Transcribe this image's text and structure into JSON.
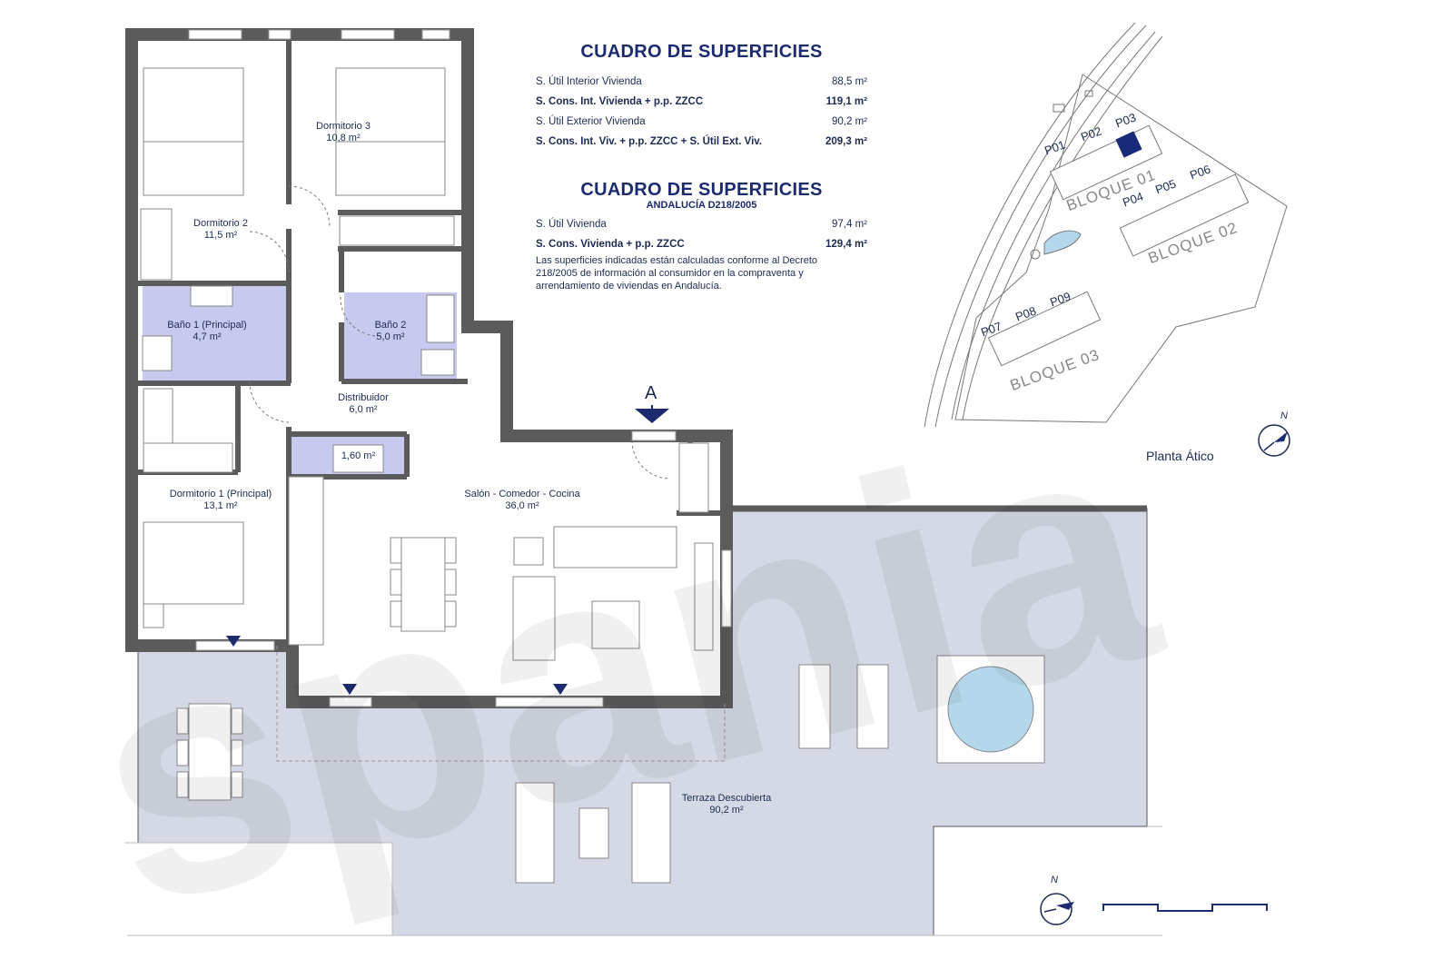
{
  "table_main": {
    "title": "CUADRO DE SUPERFICIES",
    "rows": [
      {
        "label": "S. Útil Interior Vivienda",
        "value": "88,5 m²",
        "bold": false
      },
      {
        "label": "S. Cons. Int. Vivienda + p.p. ZZCC",
        "value": "119,1 m²",
        "bold": true
      },
      {
        "label": "S. Útil Exterior Vivienda",
        "value": "90,2 m²",
        "bold": false
      },
      {
        "label": "S. Cons. Int. Viv. + p.p. ZZCC + S. Útil Ext. Viv.",
        "value": "209,3 m²",
        "bold": true
      }
    ]
  },
  "table_andalucia": {
    "title": "CUADRO DE SUPERFICIES",
    "subtitle": "ANDALUCÍA D218/2005",
    "rows": [
      {
        "label": "S. Útil Vivienda",
        "value": "97,4 m²",
        "bold": false
      },
      {
        "label": "S. Cons. Vivienda + p.p. ZZCC",
        "value": "129,4 m²",
        "bold": true
      }
    ],
    "note": "Las superficies indicadas están calculadas conforme al Decreto 218/2005 de información al consumidor en la compraventa y arrendamiento de viviendas en Andalucía."
  },
  "rooms": {
    "dormitorio3": {
      "name": "Dormitorio 3",
      "area": "10,8 m²"
    },
    "dormitorio2": {
      "name": "Dormitorio 2",
      "area": "11,5 m²"
    },
    "bano1": {
      "name": "Baño 1 (Principal)",
      "area": "4,7 m²"
    },
    "bano2": {
      "name": "Baño 2",
      "area": "5,0 m²"
    },
    "distribuidor": {
      "name": "Distribuidor",
      "area": "6,0 m²"
    },
    "storage": {
      "area": "1,60 m²"
    },
    "dormitorio1": {
      "name": "Dormitorio 1 (Principal)",
      "area": "13,1 m²"
    },
    "salon": {
      "name": "Salón - Comedor - Cocina",
      "area": "36,0 m²"
    },
    "terraza": {
      "name": "Terraza Descubierta",
      "area": "90,2 m²"
    }
  },
  "section_marker": "A",
  "site_plan": {
    "units": [
      "P01",
      "P02",
      "P03",
      "P04",
      "P05",
      "P06",
      "P07",
      "P08",
      "P09"
    ],
    "selected_unit": "P03",
    "blocks": [
      "BLOQUE 01",
      "BLOQUE 02",
      "BLOQUE 03"
    ],
    "floor_label": "Planta Ático",
    "north_label": "N"
  },
  "north_label": "N",
  "watermark": "spania",
  "colors": {
    "wall": "#5b5b5b",
    "terrace": "#d5d9e5",
    "bathroom": "#c8c9ee",
    "accent": "#1c2a6e",
    "highlight": "#1a2a7a"
  }
}
